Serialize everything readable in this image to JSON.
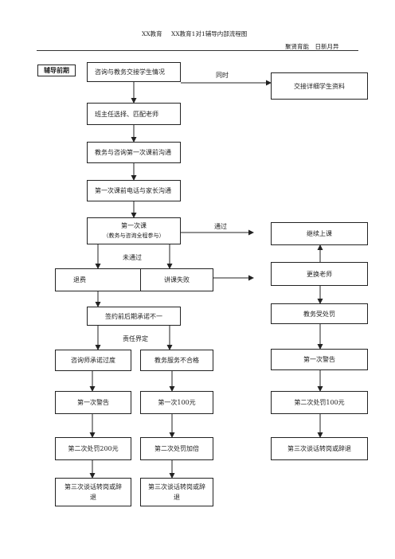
{
  "header": {
    "title_left": "XX教育",
    "title_main": "XX教育1对1辅导内部流程图",
    "slogan": "聚贤育能　日新月异"
  },
  "phase_tag": "辅导前期",
  "steps": {
    "handover": "咨询与教务交接学生情况",
    "assign": "班主任选择、匹配老师",
    "precomm": "教务与咨询第一次课前沟通",
    "parent_call": "第一次课前电话与家长沟通",
    "first_class": "第一次课",
    "first_class_sub": "（教务与咨询全程参与）",
    "refund": "退费",
    "teach_fail": "讲课失败",
    "inconsistent": "签约前后期承诺不一",
    "over_promise": "咨询师承诺过度",
    "service_fail": "教务服务不合格",
    "left_warn1": "第一次警告",
    "left_pen2": "第二次处罚200元",
    "left_talk3": "第三次谈话转岗或辞退",
    "mid_pen1": "第一次100元",
    "mid_pen2": "第二次处罚加倍",
    "mid_talk3": "第三次谈话转岗或辞退",
    "detail_handover": "交接详细学生资料",
    "continue": "继续上课",
    "change_teacher": "更换老师",
    "staff_penalty": "教务受处罚",
    "right_warn1": "第一次警告",
    "right_pen2": "第二次处罚100元",
    "right_talk3": "第三次谈话转岗或辞退"
  },
  "edge_labels": {
    "simultaneous": "同时",
    "passed": "通过",
    "not_passed": "未通过",
    "responsibility": "责任界定"
  }
}
